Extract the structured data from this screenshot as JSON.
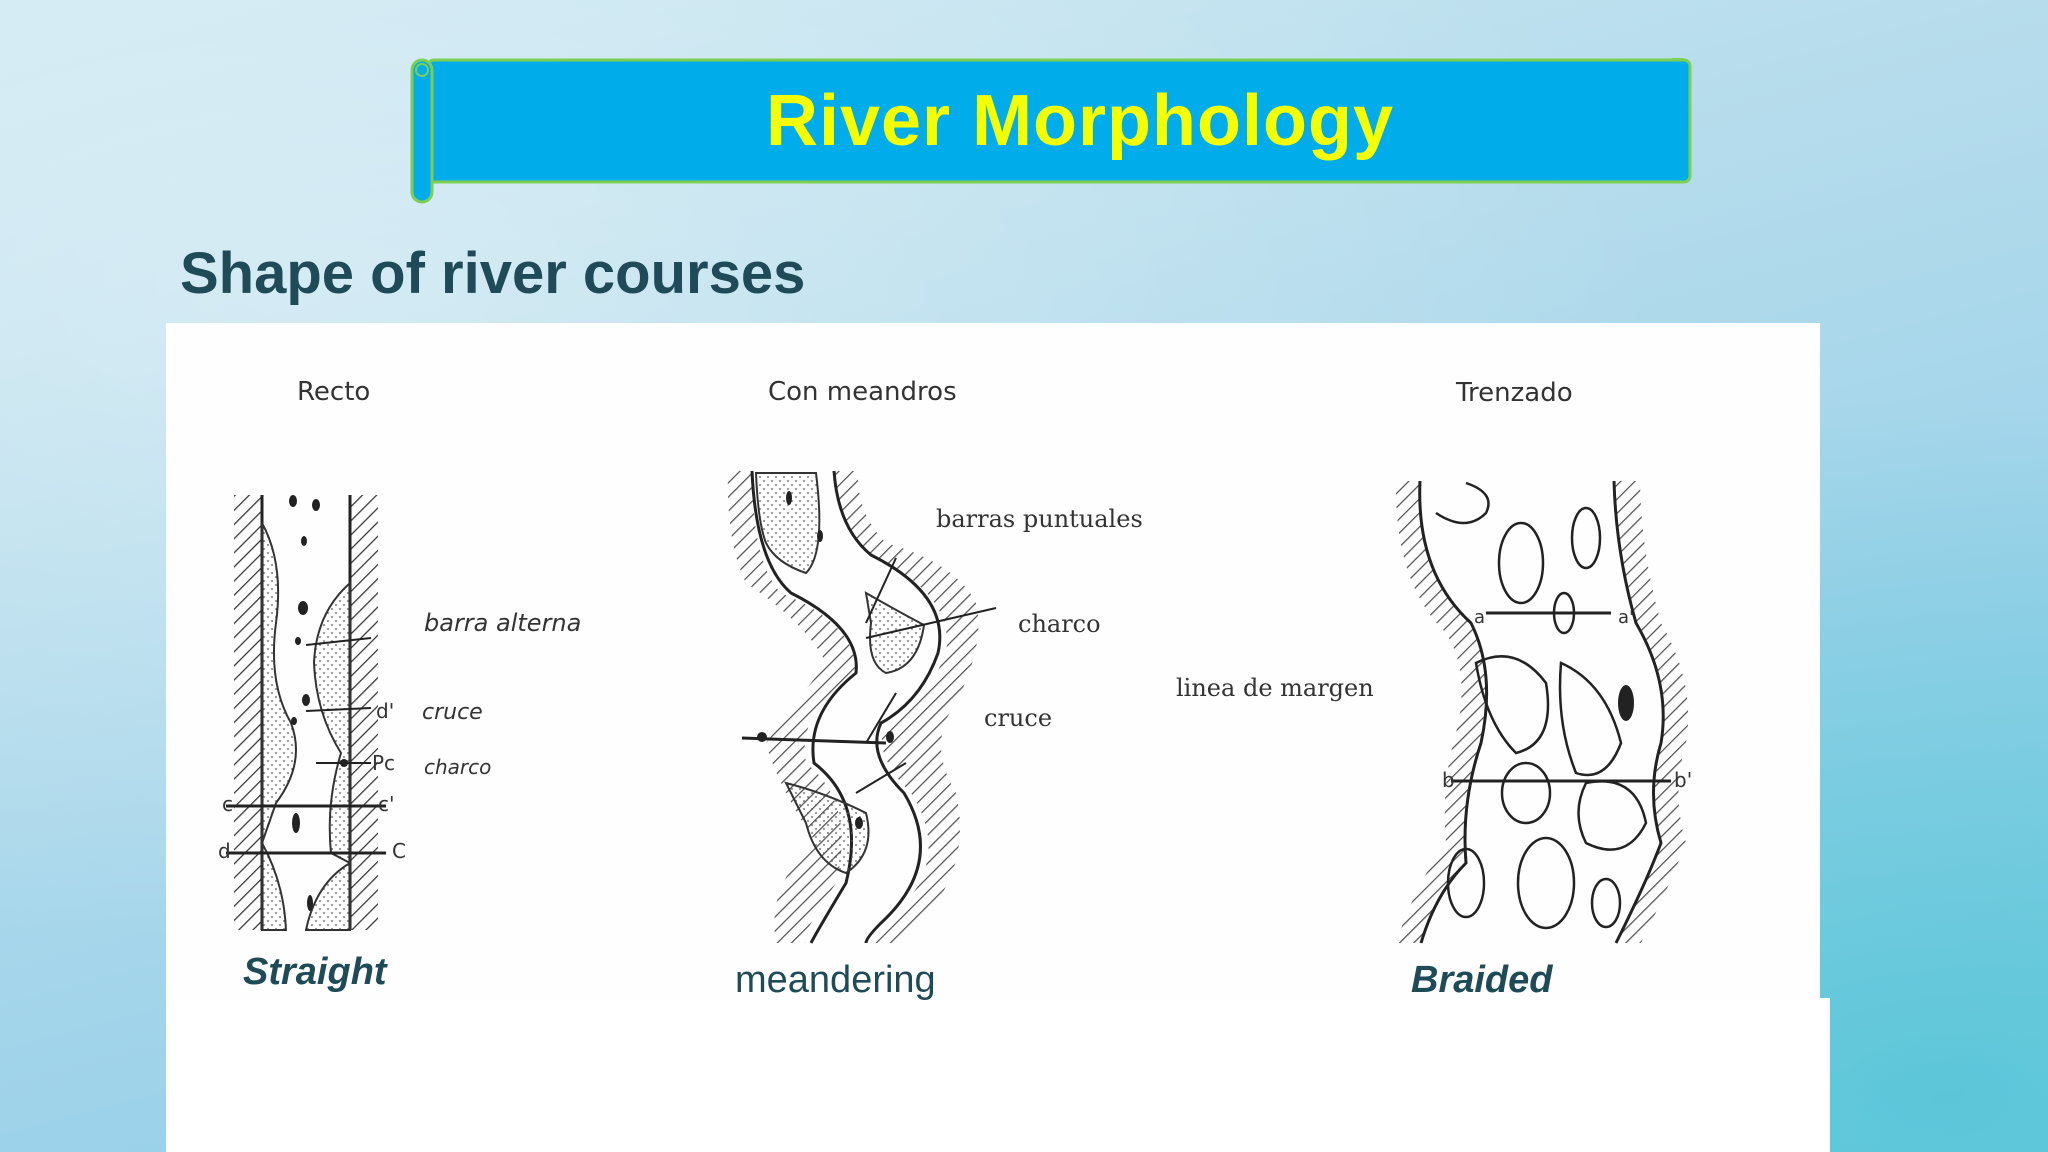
{
  "slide": {
    "title": "River Morphology",
    "subtitle": "Shape of river courses"
  },
  "diagram": {
    "panels": [
      {
        "heading": "Recto",
        "caption": "Straight",
        "labels": [
          "barra alterna",
          "cruce",
          "charco",
          "c",
          "c'",
          "d",
          "d'",
          "C",
          "Pc"
        ]
      },
      {
        "heading": "Con meandros",
        "caption": "meandering",
        "labels": [
          "barras puntuales",
          "charco",
          "cruce"
        ]
      },
      {
        "heading": "Trenzado",
        "caption": "Braided",
        "labels": [
          "linea de margen",
          "a",
          "a'",
          "b",
          "b'"
        ]
      }
    ]
  },
  "colors": {
    "banner_fill": "#00adea",
    "banner_edge": "#7ccf50",
    "title_text": "#f5ff00",
    "subtitle_text": "#1e4b57",
    "ink": "#2a2a2a"
  }
}
